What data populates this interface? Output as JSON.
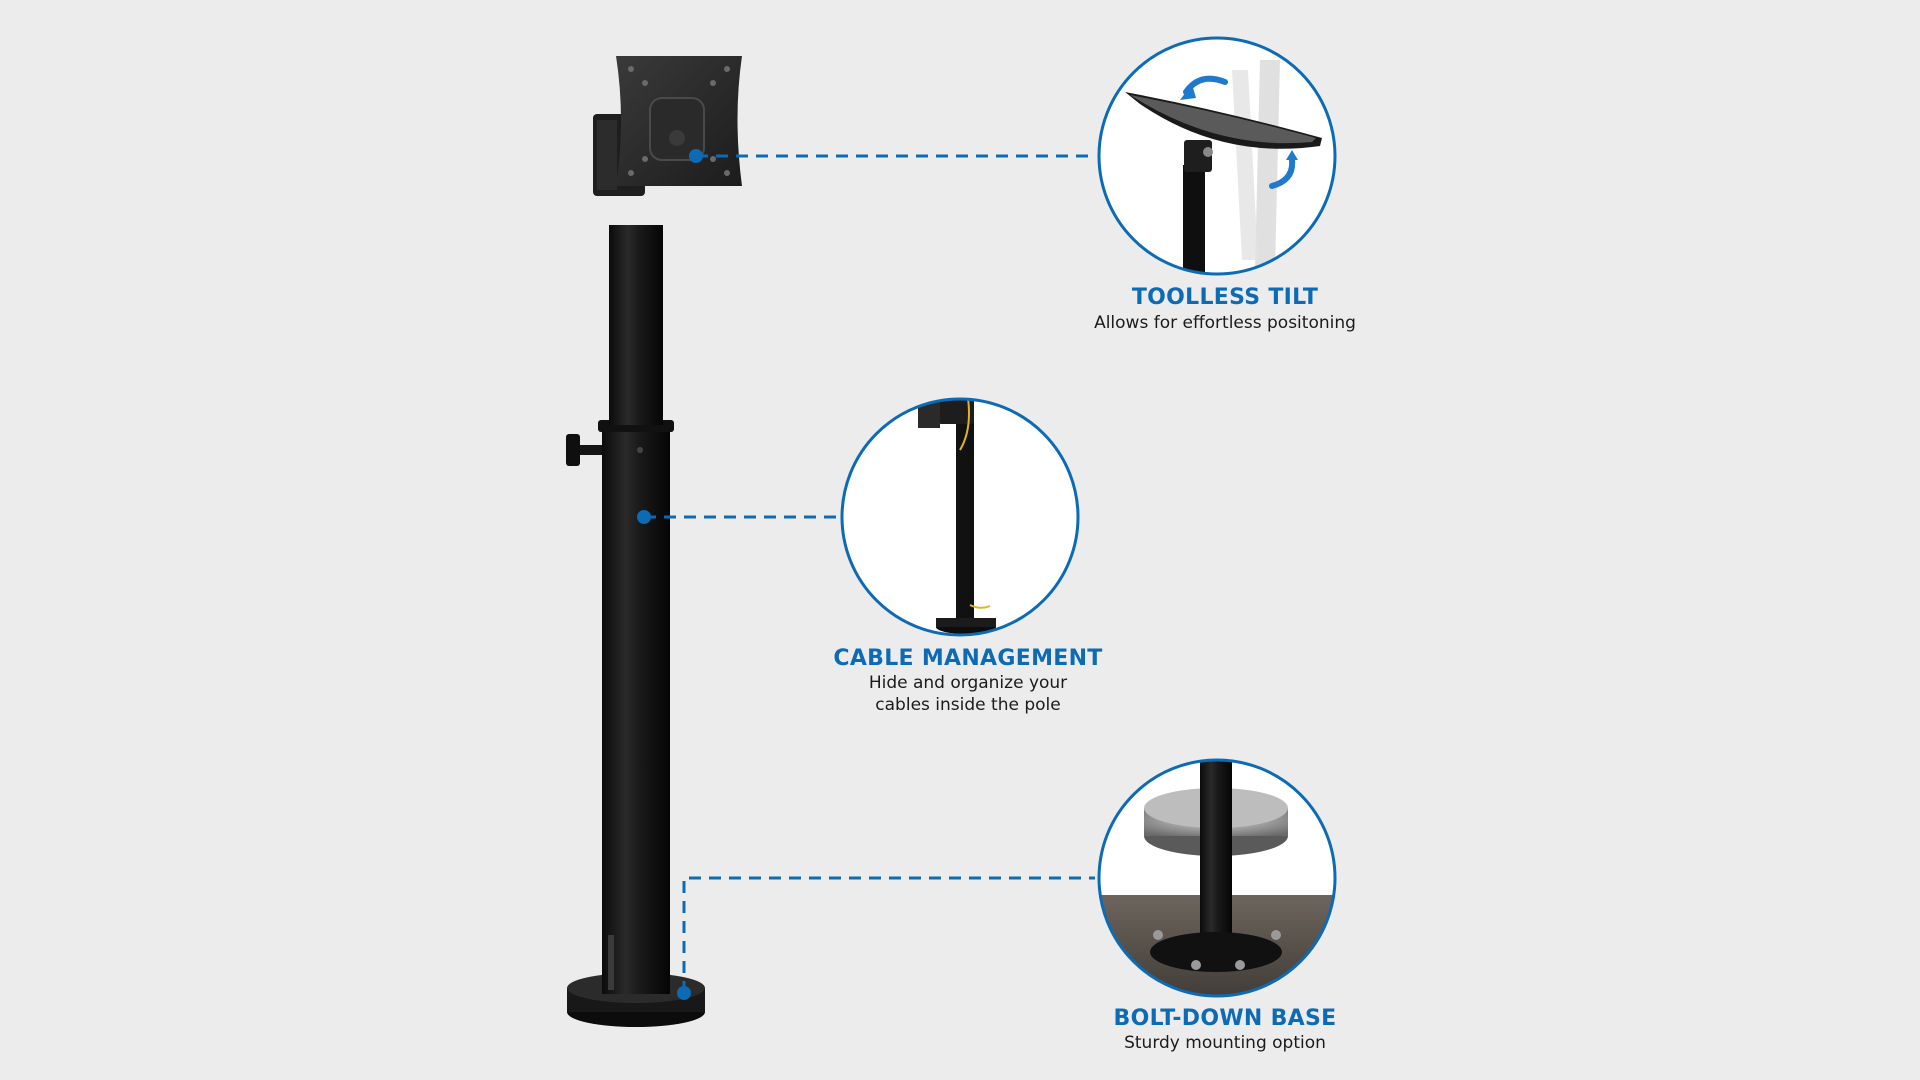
{
  "accent_color": "#0d6bb5",
  "background_color": "#ececec",
  "callouts": [
    {
      "title": "TOOLLESS TILT",
      "description": "Allows for effortless positoning",
      "icon": "monitor-tilt-icon"
    },
    {
      "title": "CABLE MANAGEMENT",
      "description_line1": "Hide and organize your",
      "description_line2": "cables inside the pole",
      "icon": "cable-pole-icon"
    },
    {
      "title": "BOLT-DOWN BASE",
      "description": "Sturdy mounting option",
      "icon": "bolt-base-icon"
    }
  ]
}
